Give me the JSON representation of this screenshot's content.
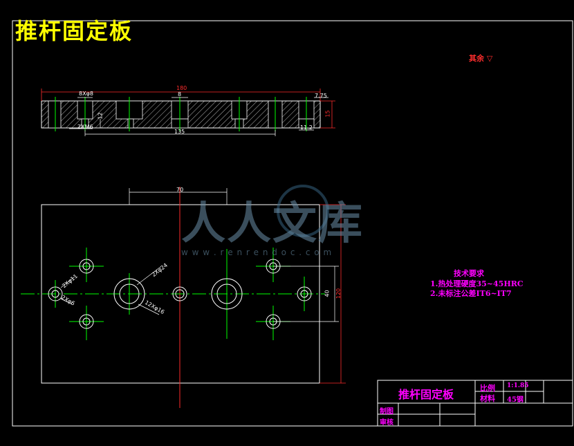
{
  "drawing": {
    "title": "推杆固定板",
    "others_label": "其余",
    "tech_requirements": {
      "heading": "技术要求",
      "items": [
        "1.热处理硬度35~45HRC",
        "2.未标注公差IT6~IT7"
      ]
    }
  },
  "dimensions": {
    "top_overall": "180",
    "top_left_hole": "8Xφ8",
    "top_center_hole": "8",
    "top_right": "7.75",
    "top_depth": "12",
    "top_bottom_left": "2XM6",
    "top_bottom_span": "135",
    "top_bottom_right": "11.2",
    "top_height": "15",
    "plan_width": "70",
    "plan_vertical": "40",
    "plan_height": "120",
    "hole_a": "2Xφ11",
    "hole_b": "2Xφ6",
    "hole_c": "2Xφ24",
    "hole_d": "12Xφ16"
  },
  "title_block": {
    "part_name": "推杆固定板",
    "scale_label": "比例",
    "scale_value": "1:1.85",
    "material_label": "材料",
    "material_value": "45钢",
    "drawn_label": "制图",
    "review_label": "审核"
  },
  "watermark": {
    "text": "人人文库",
    "url": "w w w . r e n r e n d o c . c o m"
  }
}
